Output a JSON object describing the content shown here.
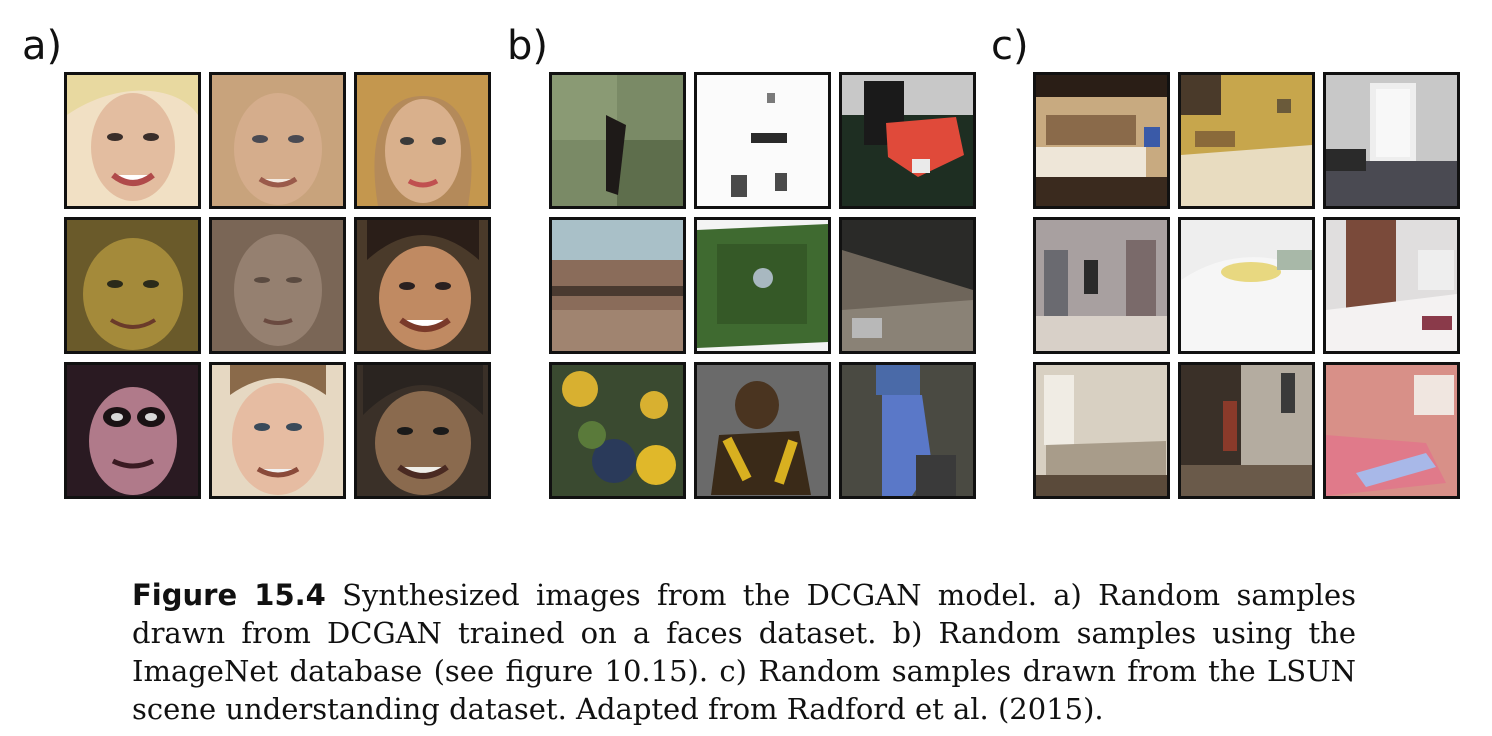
{
  "panels": [
    {
      "label": "a)",
      "alt": "faces"
    },
    {
      "label": "b)",
      "alt": "imagenet"
    },
    {
      "label": "c)",
      "alt": "lsun-bedrooms"
    }
  ],
  "caption": {
    "title": "Figure 15.4",
    "text": " Synthesized images from the DCGAN model. a) Random samples drawn from DCGAN trained on a faces dataset. b) Random samples using the ImageNet database (see figure 10.15). c) Random samples drawn from the LSUN scene understanding dataset. Adapted from Radford et al. (2015)."
  },
  "colors": {
    "border": "#111111",
    "faces": [
      "#e9d3b8",
      "#c9a58a",
      "#c79a73",
      "#8f7a3a",
      "#8a7260",
      "#9a7a5a",
      "#4a2a3a",
      "#d8c7b0",
      "#4a3e33"
    ],
    "imagenet": [
      "#6d7e5a",
      "#f4f4f4",
      "#2a3a2a",
      "#9a8470",
      "#385a28",
      "#5a5248",
      "#4a5a3a",
      "#5a5a5a",
      "#4a4a4a"
    ],
    "lsun": [
      "#b89a72",
      "#c9a84a",
      "#8a8a8a",
      "#8f8580",
      "#e6e6e6",
      "#7a5a4a",
      "#c8c0b2",
      "#6a5a4a",
      "#d88888"
    ]
  }
}
